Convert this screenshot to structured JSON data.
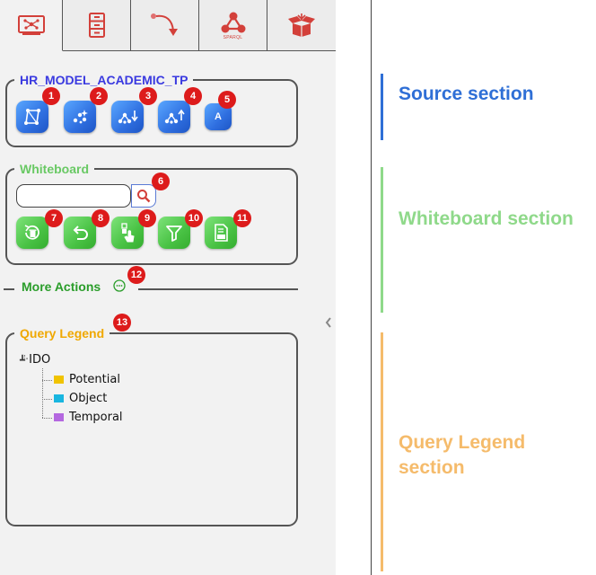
{
  "tabs": [
    {
      "icon": "network-graph-icon",
      "active": true
    },
    {
      "icon": "file-cabinet-icon",
      "active": false
    },
    {
      "icon": "curved-arrow-icon",
      "active": false
    },
    {
      "icon": "sparql-icon",
      "label": "SPARQL",
      "active": false
    },
    {
      "icon": "open-box-icon",
      "active": false
    }
  ],
  "source": {
    "title": "HR_MODEL_ACADEMIC_TP",
    "buttons": [
      {
        "badge": "1",
        "icon": "graph-select-icon"
      },
      {
        "badge": "2",
        "icon": "scatter-nodes-icon"
      },
      {
        "badge": "3",
        "icon": "nodes-expand-down-icon"
      },
      {
        "badge": "4",
        "icon": "nodes-expand-up-icon"
      },
      {
        "badge": "5",
        "icon": "letter-a-icon",
        "text": "A"
      }
    ]
  },
  "whiteboard": {
    "title": "Whiteboard",
    "search": {
      "value": "",
      "placeholder": "",
      "badge": "6"
    },
    "buttons": [
      {
        "badge": "7",
        "icon": "clear-trash-icon"
      },
      {
        "badge": "8",
        "icon": "undo-icon"
      },
      {
        "badge": "9",
        "icon": "touch-select-icon"
      },
      {
        "badge": "10",
        "icon": "filter-icon"
      },
      {
        "badge": "11",
        "icon": "export-csv-icon"
      }
    ]
  },
  "more_actions": {
    "label": "More Actions",
    "badge": "12"
  },
  "query_legend": {
    "title": "Query Legend",
    "badge": "13",
    "root": "IDO",
    "items": [
      {
        "label": "Potential",
        "color": "#f0c300"
      },
      {
        "label": "Object",
        "color": "#19b6e0"
      },
      {
        "label": "Temporal",
        "color": "#b468e0"
      }
    ]
  },
  "annotations": [
    {
      "label": "Source section",
      "color": "#2f6fd6"
    },
    {
      "label": "Whiteboard section",
      "color": "#8fd98a"
    },
    {
      "label": "Query Legend section",
      "color": "#f5bb6b"
    }
  ]
}
